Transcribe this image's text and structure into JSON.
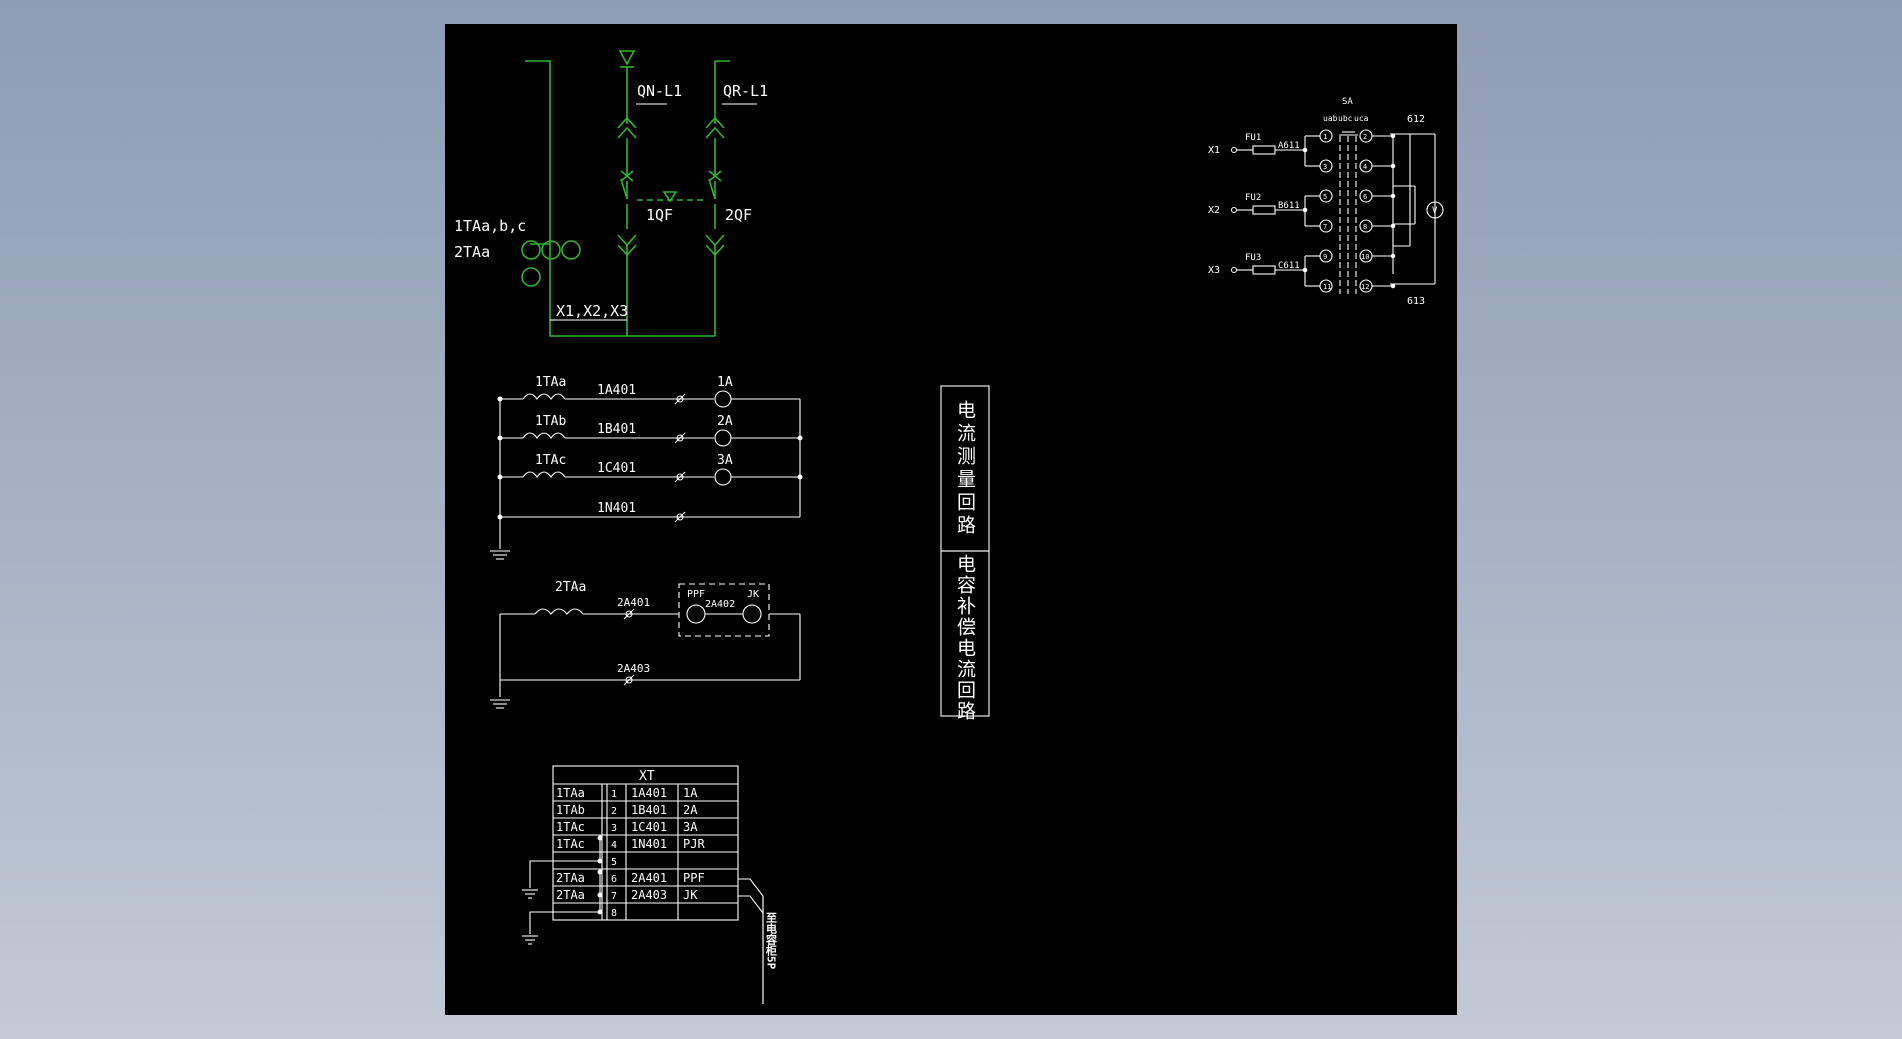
{
  "colors": {
    "background": "#000000",
    "primary_circuit": "#2fb52f",
    "secondary_circuit": "#ffffff"
  },
  "primary": {
    "qn": "QN-L1",
    "qr": "QR-L1",
    "breaker1": "1QF",
    "breaker2": "2QF",
    "ta_a": "1TAa,b,c",
    "ta_b": "2TAa",
    "cable": "X1,X2,X3"
  },
  "current_meas": {
    "ct1": "1TAa",
    "ct2": "1TAb",
    "ct3": "1TAc",
    "w1": "1A401",
    "w2": "1B401",
    "w3": "1C401",
    "w4": "1N401",
    "m1": "1A",
    "m2": "2A",
    "m3": "3A"
  },
  "comp_circuit": {
    "ct": "2TAa",
    "w1": "2A401",
    "w2": "2A402",
    "w3": "2A403",
    "ppf": "PPF",
    "jk": "JK"
  },
  "titles": {
    "a": "电流测量回路",
    "b": "电容补偿电流回路"
  },
  "voltage": {
    "sa": "SA",
    "x1": "X1",
    "x2": "X2",
    "x3": "X3",
    "fu1": "FU1",
    "fu2": "FU2",
    "fu3": "FU3",
    "w1": "A611",
    "w2": "B611",
    "w3": "C611",
    "top": "612",
    "bot": "613",
    "meter": "V",
    "pos": [
      "uab",
      "ubc",
      "uca"
    ],
    "n": [
      "1",
      "2",
      "3",
      "4",
      "5",
      "6",
      "7",
      "8",
      "9",
      "10",
      "11",
      "12"
    ]
  },
  "terminal": {
    "title": "XT",
    "rows": [
      [
        "1TAa",
        "1",
        "1A401",
        "1A"
      ],
      [
        "1TAb",
        "2",
        "1B401",
        "2A"
      ],
      [
        "1TAc",
        "3",
        "1C401",
        "3A"
      ],
      [
        "1TAc",
        "4",
        "1N401",
        "PJR"
      ],
      [
        "",
        "5",
        "",
        ""
      ],
      [
        "2TAa",
        "6",
        "2A401",
        "PPF"
      ],
      [
        "2TAa",
        "7",
        "2A403",
        "JK"
      ],
      [
        "",
        "8",
        "",
        ""
      ]
    ],
    "note": "至电容柜5P"
  }
}
